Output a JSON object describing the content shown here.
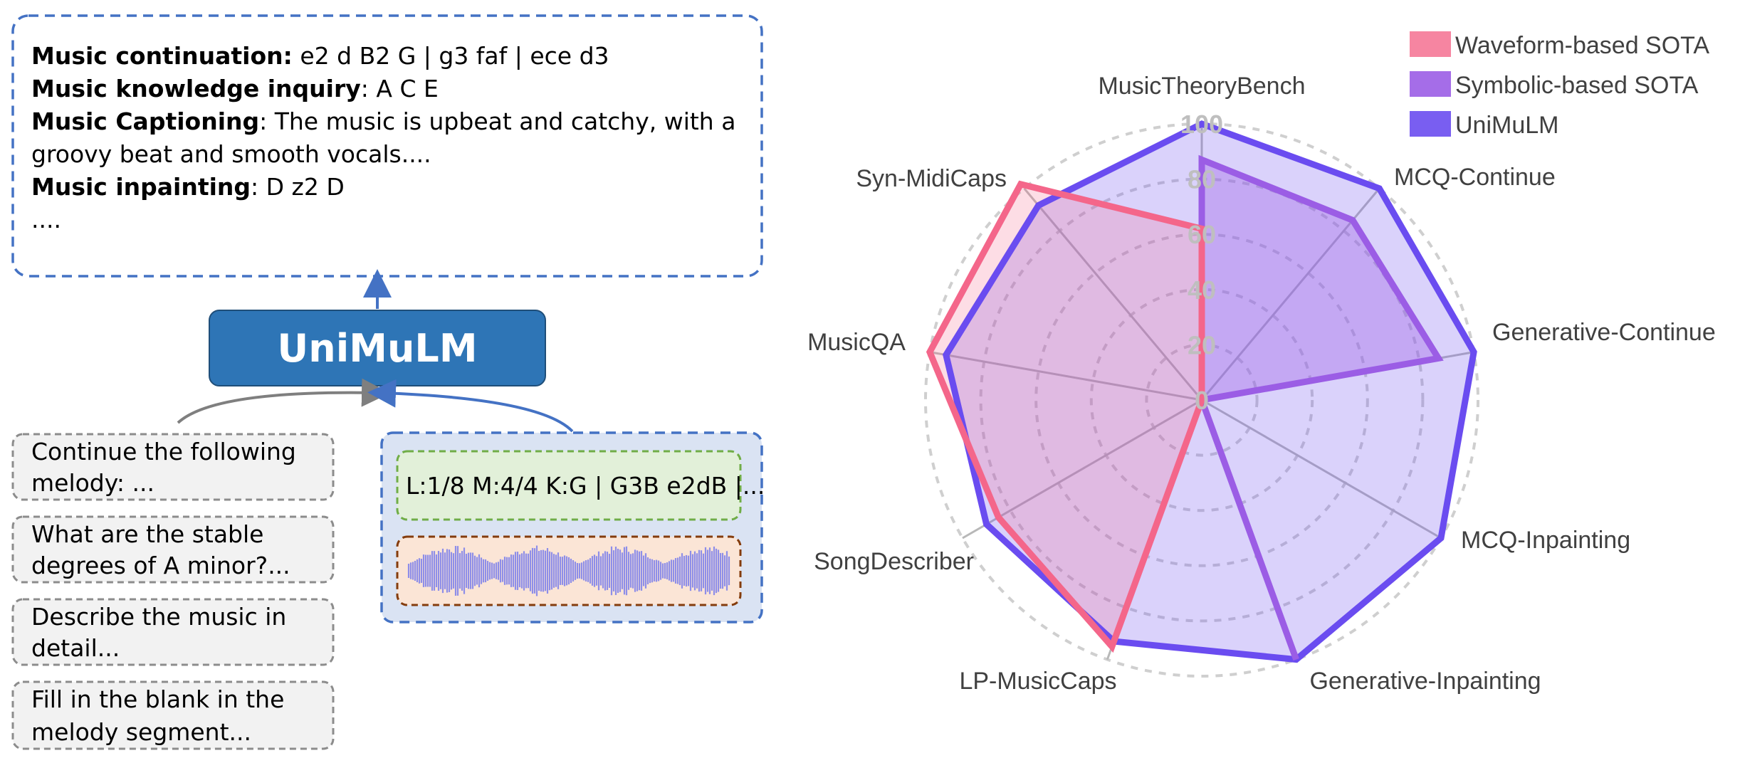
{
  "output_box": {
    "lines": [
      {
        "label": "Music continuation:",
        "text": " e2 d B2 G | g3 faf | ece d3"
      },
      {
        "label": "Music knowledge inquiry",
        "text": ": A C E"
      },
      {
        "label": "Music Captioning",
        "text": ": The music is upbeat and catchy, with a"
      },
      {
        "label": "",
        "text": "groovy beat and smooth vocals...."
      },
      {
        "label": "Music inpainting",
        "text": ": D z2 D"
      },
      {
        "label": "",
        "text": "...."
      }
    ]
  },
  "model": {
    "name": "UniMuLM"
  },
  "prompts": [
    {
      "line1": "Continue the following",
      "line2": "melody: ..."
    },
    {
      "line1": "What are the stable",
      "line2": "degrees of A minor?..."
    },
    {
      "line1": "Describe the music in",
      "line2": "detail..."
    },
    {
      "line1": "Fill in the blank in the",
      "line2": "melody segment..."
    }
  ],
  "inputs": {
    "symbolic_text": "L:1/8 M:4/4 K:G | G3B e2dB |..."
  },
  "colors": {
    "box_border": "#4472c4",
    "model_fill": "#2e75b6",
    "waveform": "#f4668a",
    "symbolic": "#9b5de5",
    "unimulm": "#6a4cf0",
    "grid": "#cfcfcf",
    "symbolic_box": "#e2f0d9",
    "audio_box": "#fbe5d6",
    "input_panel": "#dae3f3"
  },
  "chart_data": {
    "type": "radar",
    "axes": [
      "MusicTheoryBench",
      "MCQ-Continue",
      "Generative-Continue",
      "MCQ-Inpainting",
      "Generative-Inpainting",
      "LP-MusicCaps",
      "SongDescriber",
      "MusicQA",
      "Syn-MidiCaps"
    ],
    "ticks": [
      0,
      20,
      40,
      60,
      80,
      100
    ],
    "range": [
      0,
      100
    ],
    "grid": true,
    "legend_position": "top-right",
    "series": [
      {
        "name": "Waveform-based SOTA",
        "values": [
          62,
          0,
          0,
          0,
          0,
          95,
          85,
          100,
          102
        ]
      },
      {
        "name": "Symbolic-based SOTA",
        "values": [
          87,
          85,
          87,
          0,
          100,
          0,
          0,
          0,
          0
        ]
      },
      {
        "name": "UniMuLM",
        "values": [
          100,
          100,
          100,
          100,
          100,
          93,
          90,
          94,
          92
        ]
      }
    ]
  }
}
